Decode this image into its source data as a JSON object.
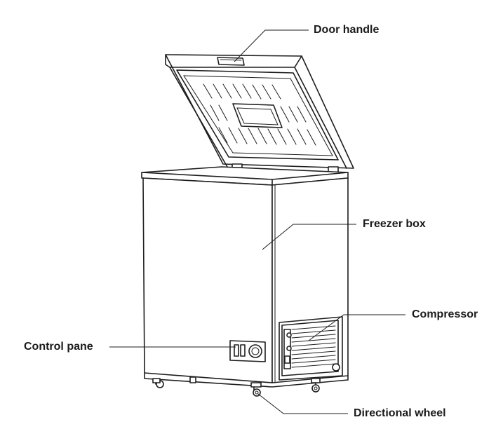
{
  "labels": {
    "door_handle": "Door handle",
    "freezer_box": "Freezer box",
    "compressor": "Compressor",
    "control_panel": "Control pane",
    "directional_wheel": "Directional wheel"
  },
  "colors": {
    "line": "#1e1e1e",
    "background": "#ffffff",
    "text": "#1a1a1a"
  }
}
